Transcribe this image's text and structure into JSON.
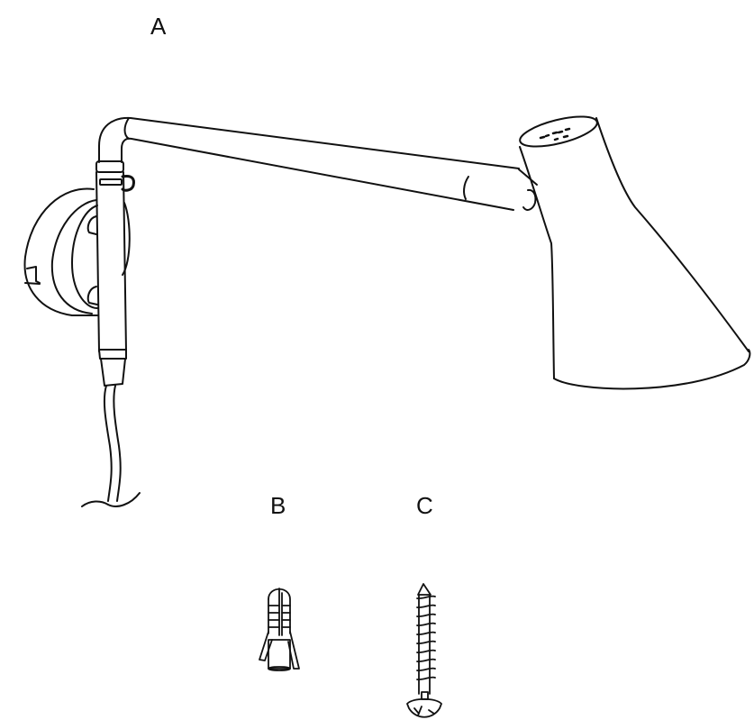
{
  "diagram": {
    "type": "parts-list illustration",
    "parts": [
      {
        "id": "A",
        "label": "A",
        "description": "Wall lamp with articulated arm, round wall plate, shade and cord"
      },
      {
        "id": "B",
        "label": "B",
        "description": "Wall plug / anchor"
      },
      {
        "id": "C",
        "label": "C",
        "description": "Screw"
      }
    ]
  },
  "colors": {
    "line": "#111111",
    "background": "#ffffff"
  }
}
